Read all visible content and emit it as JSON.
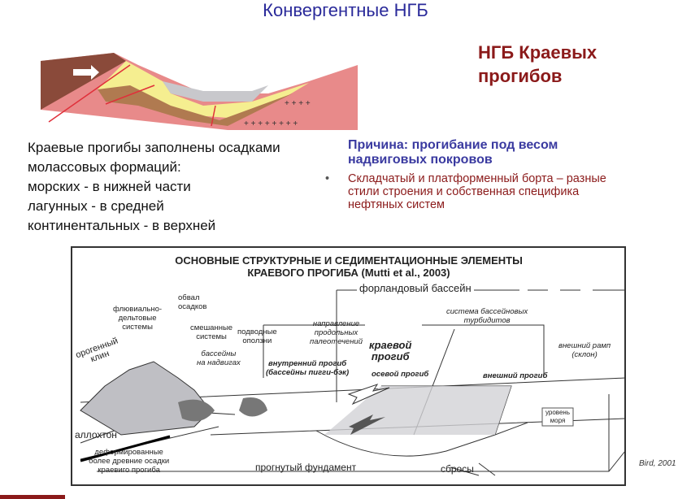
{
  "title": "Конвергентные НГБ",
  "side_title": [
    "НГБ Краевых",
    "прогибов"
  ],
  "left_text": [
    "Краевые прогибы заполнены осадками",
    "молассовых формаций:",
    "морских - в нижней части",
    "лагунных - в средней",
    "континентальных - в верхней"
  ],
  "cause": [
    "Причина: прогибание под весом",
    "надвиговых покровов"
  ],
  "bullet": [
    "Складчатый и платформенный борта – разные",
    "стили строения и собственная специфика",
    "нефтяных систем"
  ],
  "diagram": {
    "title1": "ОСНОВНЫЕ СТРУКТУРНЫЕ И СЕДИМЕНТАЦИОННЫЕ ЭЛЕМЕНТЫ",
    "title2": "КРАЕВОГО ПРОГИБА (Mutti et al., 2003)",
    "foreland": "форландовый бассейн",
    "collapse": [
      "обвал",
      "осадков"
    ],
    "fluvial": [
      "флювиально-",
      "дельтовые",
      "системы"
    ],
    "mixed": [
      "смешанные",
      "системы"
    ],
    "slides": [
      "подводные",
      "оползни"
    ],
    "piggy": [
      "бассейны",
      "на надвигах"
    ],
    "paleo": [
      "направление",
      "продольных",
      "палеотечений"
    ],
    "turbidites": [
      "система бассейновых",
      "турбидитов"
    ],
    "wedge": [
      "орогенный",
      "клин"
    ],
    "foredeep": [
      "краевой",
      "прогиб"
    ],
    "inner": [
      "внутренний прогиб",
      "(бассейны пигги-бэк)"
    ],
    "axial": "осевой прогиб",
    "outer": "внешний прогиб",
    "ramp": [
      "внешний рамп",
      "(склон)"
    ],
    "sea": [
      "уровень",
      "моря"
    ],
    "allochthon": "аллохтон",
    "deformed": [
      "деформированные",
      "более древние осадки",
      "краевиго прогиба"
    ],
    "basement": "прогнутый фундамент",
    "faults": "сбросы"
  },
  "credit": "Bird, 2001"
}
